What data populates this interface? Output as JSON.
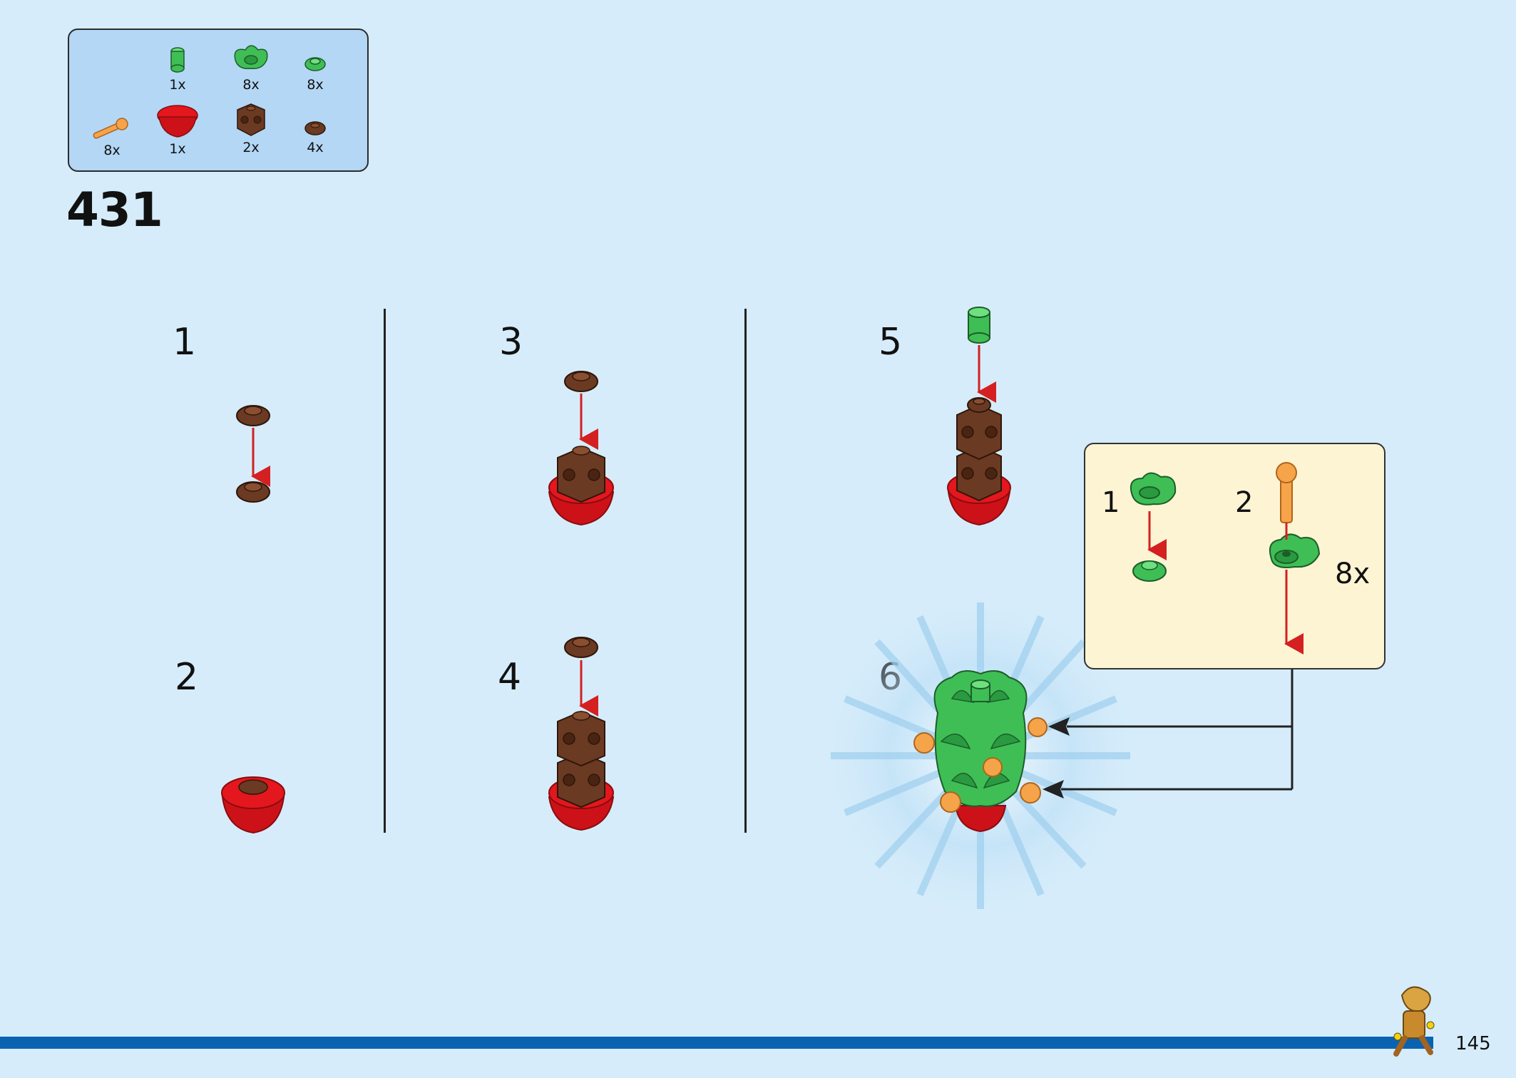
{
  "step_number": "431",
  "parts": [
    {
      "name": "green round 1x1 brick",
      "qty": "1x",
      "color": "#3fbe55"
    },
    {
      "name": "green leaves",
      "qty": "8x",
      "color": "#3fbe55"
    },
    {
      "name": "green round plate",
      "qty": "8x",
      "color": "#3fbe55"
    },
    {
      "name": "orange bar with ball",
      "qty": "8x",
      "color": "#f5a44a"
    },
    {
      "name": "red dome",
      "qty": "1x",
      "color": "#e3171d"
    },
    {
      "name": "brown brick with studs",
      "qty": "2x",
      "color": "#6b3a22"
    },
    {
      "name": "brown round plate",
      "qty": "4x",
      "color": "#6b3a22"
    }
  ],
  "sub_steps": [
    "1",
    "2",
    "3",
    "4",
    "5",
    "6"
  ],
  "callout": {
    "steps": [
      "1",
      "2"
    ],
    "multiplier": "8x"
  },
  "page_number": "145",
  "colors": {
    "background": "#d6ecfa",
    "parts_box": "#b3d7f5",
    "callout_box": "#fdf4d3",
    "bar": "#0a63b0",
    "arrow": "#d42020"
  }
}
